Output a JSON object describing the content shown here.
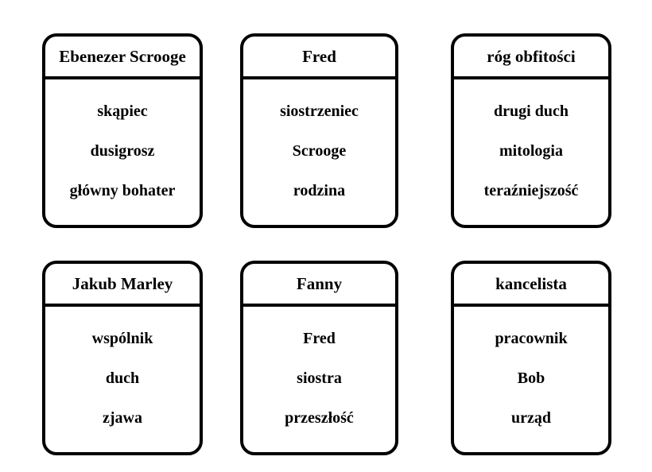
{
  "colors": {
    "ink": "#000000",
    "paper": "#ffffff"
  },
  "cards": [
    {
      "title": "Ebenezer Scrooge",
      "items": [
        "skąpiec",
        "dusigrosz",
        "główny bohater"
      ]
    },
    {
      "title": "Fred",
      "items": [
        "siostrzeniec",
        "Scrooge",
        "rodzina"
      ]
    },
    {
      "title": "róg obfitości",
      "items": [
        "drugi duch",
        "mitologia",
        "teraźniejszość"
      ]
    },
    {
      "title": "Jakub Marley",
      "items": [
        "wspólnik",
        "duch",
        "zjawa"
      ]
    },
    {
      "title": "Fanny",
      "items": [
        "Fred",
        "siostra",
        "przeszłość"
      ]
    },
    {
      "title": "kancelista",
      "items": [
        "pracownik",
        "Bob",
        "urząd"
      ]
    }
  ]
}
